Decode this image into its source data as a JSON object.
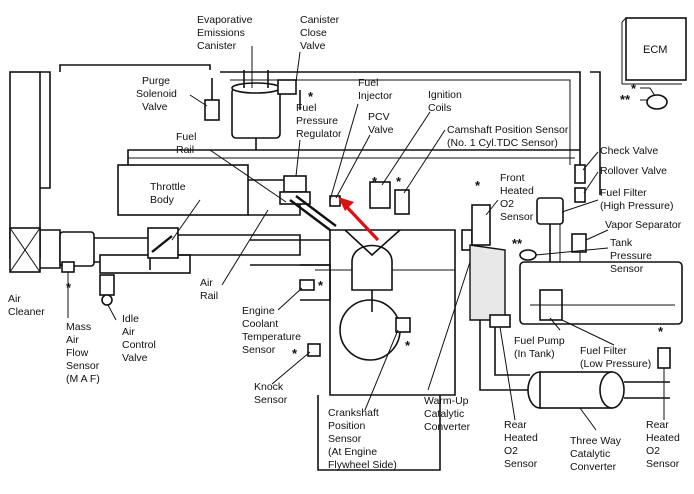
{
  "ecm": "ECM",
  "labels": {
    "evaporative": [
      "Evaporative",
      "Emissions",
      "Canister"
    ],
    "canister_close": [
      "Canister",
      "Close",
      "Valve"
    ],
    "purge": [
      "Purge",
      "Solenoid",
      "Valve"
    ],
    "fuel_injector": [
      "Fuel",
      "Injector"
    ],
    "ignition_coils": [
      "Ignition",
      "Coils"
    ],
    "fuel_pressure_reg": [
      "Fuel",
      "Pressure",
      "Regulator"
    ],
    "pcv": [
      "PCV",
      "Valve"
    ],
    "fuel_rail": [
      "Fuel",
      "Rail"
    ],
    "camshaft": [
      "Camshaft Position Sensor",
      "(No. 1 Cyl.TDC Sensor)"
    ],
    "check_valve": [
      "Check Valve"
    ],
    "rollover_valve": [
      "Rollover Valve"
    ],
    "front_o2": [
      "Front",
      "Heated",
      "O2",
      "Sensor"
    ],
    "fuel_filter_high": [
      "Fuel Filter",
      "(High Pressure)"
    ],
    "throttle_body": [
      "Throttle",
      "Body"
    ],
    "vapor_separator": [
      "Vapor Separator"
    ],
    "tank_pressure": [
      "Tank",
      "Pressure",
      "Sensor"
    ],
    "air_rail": [
      "Air",
      "Rail"
    ],
    "air_cleaner": [
      "Air",
      "Cleaner"
    ],
    "maf": [
      "Mass",
      "Air",
      "Flow",
      "Sensor",
      "(M A F)"
    ],
    "iac": [
      "Idle",
      "Air",
      "Control",
      "Valve"
    ],
    "ect": [
      "Engine",
      "Coolant",
      "Temperature",
      "Sensor"
    ],
    "fuel_pump": [
      "Fuel Pump",
      "(In Tank)"
    ],
    "fuel_filter_low": [
      "Fuel Filter",
      "(Low Pressure)"
    ],
    "knock": [
      "Knock",
      "Sensor"
    ],
    "crankshaft": [
      "Crankshaft",
      "Position",
      "Sensor",
      "(At Engine",
      "Flywheel Side)"
    ],
    "warmup_cat": [
      "Warm-Up",
      "Catalytic",
      "Converter"
    ],
    "rear_o2_left": [
      "Rear",
      "Heated",
      "O2",
      "Sensor"
    ],
    "three_way": [
      "Three Way",
      "Catalytic",
      "Converter"
    ],
    "rear_o2_right": [
      "Rear",
      "Heated",
      "O2",
      "Sensor"
    ]
  },
  "markers": {
    "single": "*",
    "double": "**"
  },
  "colors": {
    "highlight_arrow": "#e01010",
    "ink": "#111111"
  }
}
